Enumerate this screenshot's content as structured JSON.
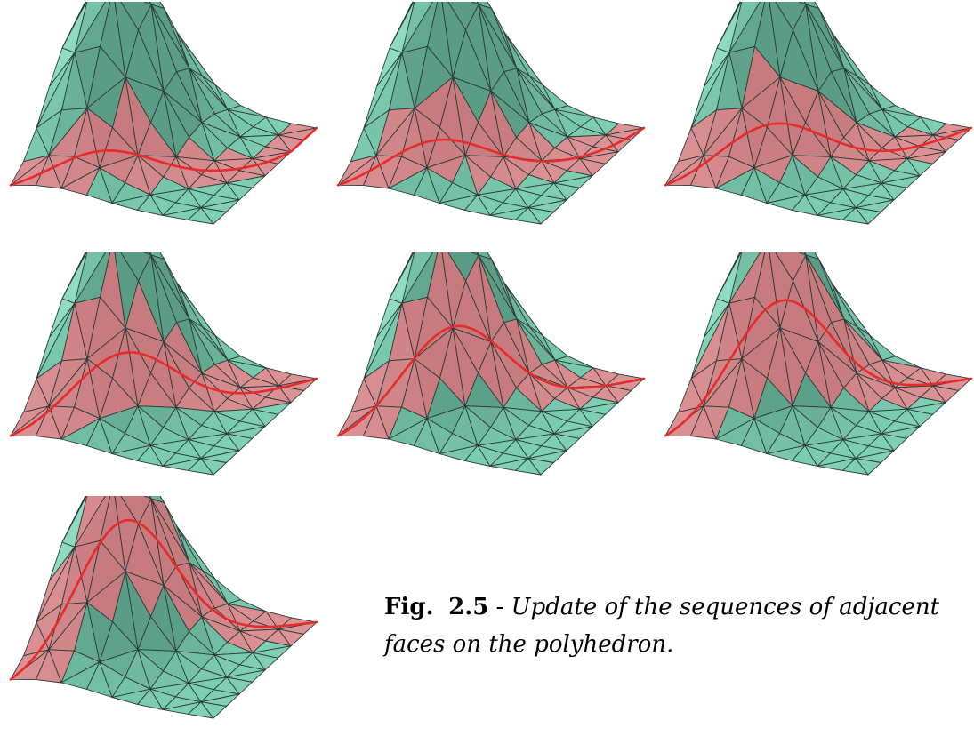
{
  "figure": {
    "caption_label": "Fig.",
    "caption_number": "2.5",
    "caption_separator": " - ",
    "caption_text": "Update of the sequences of adjacent faces on the polyhedron."
  },
  "panels": [
    {
      "step": 1,
      "path_offset": 0.0,
      "path_sag": 1.0
    },
    {
      "step": 2,
      "path_offset": 0.1,
      "path_sag": 0.8
    },
    {
      "step": 3,
      "path_offset": 0.22,
      "path_sag": 0.62
    },
    {
      "step": 4,
      "path_offset": 0.34,
      "path_sag": 0.46
    },
    {
      "step": 5,
      "path_offset": 0.46,
      "path_sag": 0.32
    },
    {
      "step": 6,
      "path_offset": 0.56,
      "path_sag": 0.2
    },
    {
      "step": 7,
      "path_offset": 0.66,
      "path_sag": 0.1
    }
  ],
  "colors": {
    "face_light": "#a8efd8",
    "face_mid": "#7fd0b4",
    "face_dark": "#5a9c86",
    "face_pink": "#f3a9ad",
    "face_pink_dark": "#c77b7e",
    "edge": "#2c3b36",
    "path": "#e62b2b"
  }
}
